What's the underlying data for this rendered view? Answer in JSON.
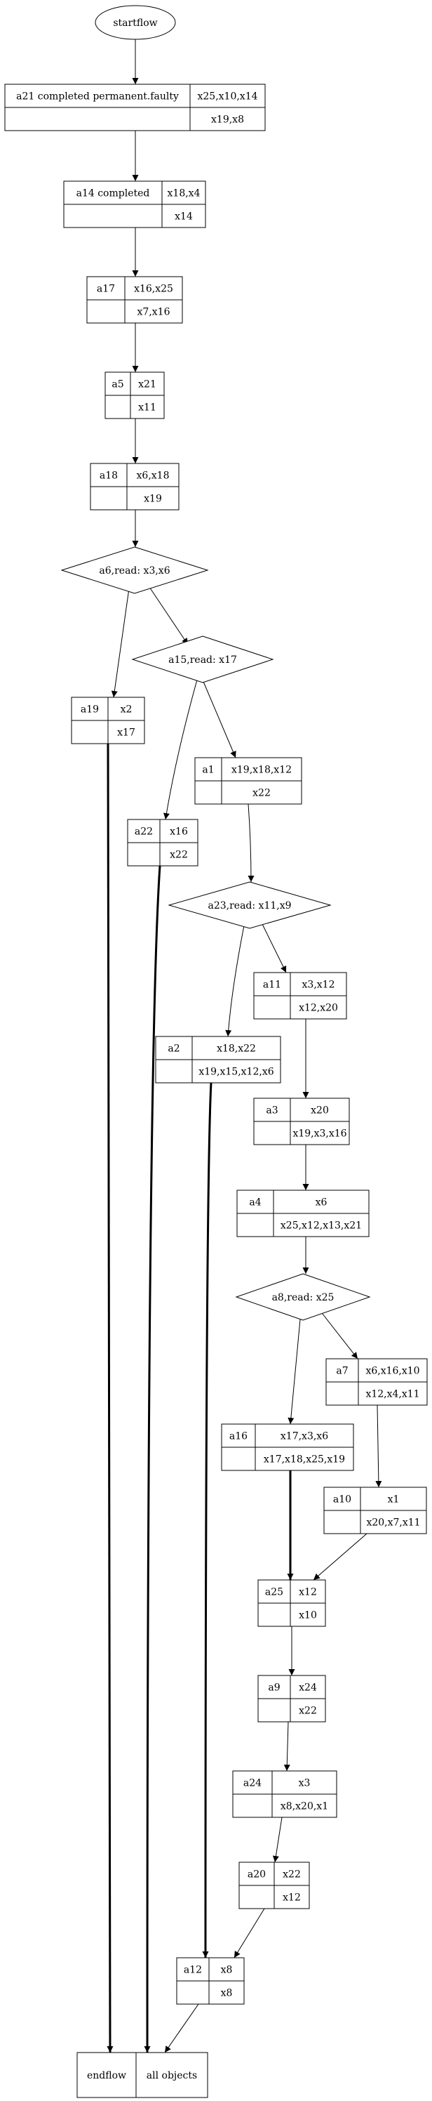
{
  "start": {
    "label": "startflow"
  },
  "nodes": [
    {
      "id": "a21",
      "name": "a21 completed permanent.faulty",
      "top": "x25,x10,x14",
      "bottom": "x19,x8"
    },
    {
      "id": "a14",
      "name": "a14 completed",
      "top": "x18,x4",
      "bottom": "x14"
    },
    {
      "id": "a17",
      "name": "a17",
      "top": "x16,x25",
      "bottom": "x7,x16"
    },
    {
      "id": "a5",
      "name": "a5",
      "top": "x21",
      "bottom": "x11"
    },
    {
      "id": "a18",
      "name": "a18",
      "top": "x6,x18",
      "bottom": "x19"
    },
    {
      "id": "a19",
      "name": "a19",
      "top": "x2",
      "bottom": "x17"
    },
    {
      "id": "a1",
      "name": "a1",
      "top": "x19,x18,x12",
      "bottom": "x22"
    },
    {
      "id": "a22",
      "name": "a22",
      "top": "x16",
      "bottom": "x22"
    },
    {
      "id": "a11",
      "name": "a11",
      "top": "x3,x12",
      "bottom": "x12,x20"
    },
    {
      "id": "a2",
      "name": "a2",
      "top": "x18,x22",
      "bottom": "x19,x15,x12,x6"
    },
    {
      "id": "a3",
      "name": "a3",
      "top": "x20",
      "bottom": "x19,x3,x16"
    },
    {
      "id": "a4",
      "name": "a4",
      "top": "x6",
      "bottom": "x25,x12,x13,x21"
    },
    {
      "id": "a7",
      "name": "a7",
      "top": "x6,x16,x10",
      "bottom": "x12,x4,x11"
    },
    {
      "id": "a16",
      "name": "a16",
      "top": "x17,x3,x6",
      "bottom": "x17,x18,x25,x19"
    },
    {
      "id": "a10",
      "name": "a10",
      "top": "x1",
      "bottom": "x20,x7,x11"
    },
    {
      "id": "a25",
      "name": "a25",
      "top": "x12",
      "bottom": "x10"
    },
    {
      "id": "a9",
      "name": "a9",
      "top": "x24",
      "bottom": "x22"
    },
    {
      "id": "a24",
      "name": "a24",
      "top": "x3",
      "bottom": "x8,x20,x1"
    },
    {
      "id": "a20",
      "name": "a20",
      "top": "x22",
      "bottom": "x12"
    },
    {
      "id": "a12",
      "name": "a12",
      "top": "x8",
      "bottom": "x8"
    }
  ],
  "decisions": [
    {
      "id": "a6",
      "label": "a6,read: x3,x6"
    },
    {
      "id": "a15",
      "label": "a15,read: x17"
    },
    {
      "id": "a23",
      "label": "a23,read: x11,x9"
    },
    {
      "id": "a8",
      "label": "a8,read: x25"
    }
  ],
  "end": {
    "name": "endflow",
    "label": "all objects"
  },
  "edges": [
    {
      "from": "start",
      "to": "a21",
      "bold": false
    },
    {
      "from": "a21",
      "to": "a14",
      "bold": false
    },
    {
      "from": "a14",
      "to": "a17",
      "bold": false
    },
    {
      "from": "a17",
      "to": "a5",
      "bold": false
    },
    {
      "from": "a5",
      "to": "a18",
      "bold": false
    },
    {
      "from": "a18",
      "to": "a6",
      "bold": false
    },
    {
      "from": "a6",
      "to": "a19",
      "bold": false
    },
    {
      "from": "a6",
      "to": "a15",
      "bold": false
    },
    {
      "from": "a15",
      "to": "a1",
      "bold": false
    },
    {
      "from": "a15",
      "to": "a22",
      "bold": false
    },
    {
      "from": "a1",
      "to": "a23",
      "bold": false
    },
    {
      "from": "a23",
      "to": "a11",
      "bold": false
    },
    {
      "from": "a23",
      "to": "a2",
      "bold": false
    },
    {
      "from": "a11",
      "to": "a3",
      "bold": false
    },
    {
      "from": "a3",
      "to": "a4",
      "bold": false
    },
    {
      "from": "a4",
      "to": "a8",
      "bold": false
    },
    {
      "from": "a8",
      "to": "a7",
      "bold": false
    },
    {
      "from": "a8",
      "to": "a16",
      "bold": false
    },
    {
      "from": "a7",
      "to": "a10",
      "bold": false
    },
    {
      "from": "a10",
      "to": "a25",
      "bold": false
    },
    {
      "from": "a16",
      "to": "a25",
      "bold": true
    },
    {
      "from": "a25",
      "to": "a9",
      "bold": false
    },
    {
      "from": "a9",
      "to": "a24",
      "bold": false
    },
    {
      "from": "a24",
      "to": "a20",
      "bold": false
    },
    {
      "from": "a20",
      "to": "a12",
      "bold": false
    },
    {
      "from": "a2",
      "to": "a12",
      "bold": true
    },
    {
      "from": "a19",
      "to": "end",
      "bold": true
    },
    {
      "from": "a22",
      "to": "end",
      "bold": true
    },
    {
      "from": "a12",
      "to": "end",
      "bold": false
    }
  ]
}
